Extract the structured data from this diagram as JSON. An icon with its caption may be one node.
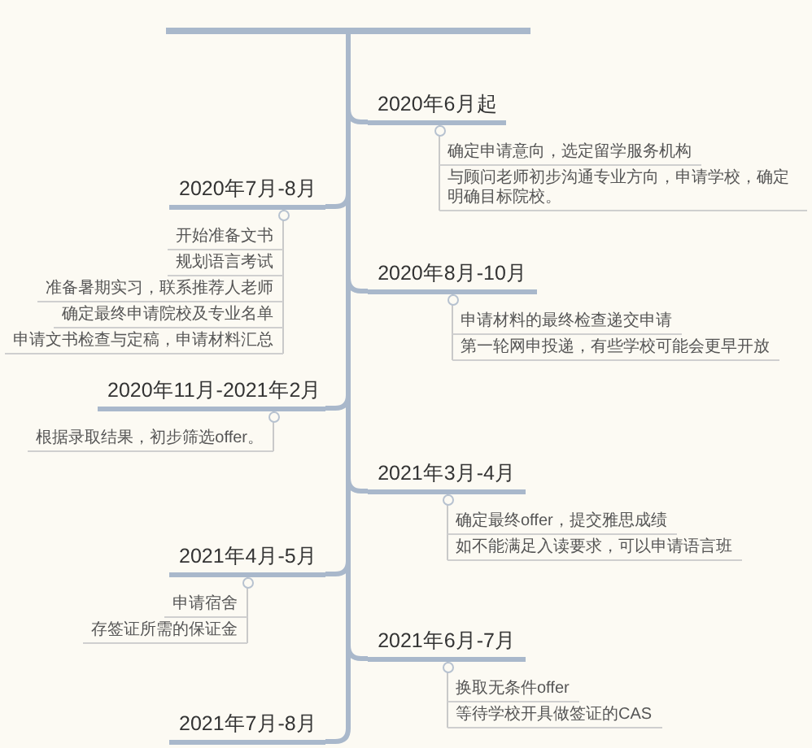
{
  "diagram": {
    "nodes": [
      {
        "text": [],
        "shape": "bar"
      },
      {
        "text": [
          "2020年6月起"
        ]
      },
      {
        "text": [
          "确定申请意向，选定留学服务机构"
        ]
      },
      {
        "text": [
          "与顾问老师初步沟通专业方向，申请学校，确定明确目标院校。"
        ]
      },
      {
        "text": [
          "2020年7月-8月"
        ]
      },
      {
        "text": [
          "开始准备文书"
        ]
      },
      {
        "text": [
          "规划语言考试"
        ]
      },
      {
        "text": [
          "准备暑期实习，联系推荐人老师"
        ]
      },
      {
        "text": [
          "确定最终申请院校及专业名单"
        ]
      },
      {
        "text": [
          "申请文书检查与定稿，申请材料汇总"
        ]
      },
      {
        "text": [
          "2020年8月-10月"
        ]
      },
      {
        "text": [
          "申请材料的最终检查递交申请"
        ]
      },
      {
        "text": [
          "第一轮网申投递，有些学校可能会更早开放"
        ]
      },
      {
        "text": [
          "2020年11月-2021年2月"
        ]
      },
      {
        "text": [
          "根据录取结果，初步筛选offer。"
        ]
      },
      {
        "text": [
          "2021年3月-4月"
        ]
      },
      {
        "text": [
          "确定最终offer，提交雅思成绩"
        ]
      },
      {
        "text": [
          "如不能满足入读要求，可以申请语言班"
        ]
      },
      {
        "text": [
          "2021年4月-5月"
        ]
      },
      {
        "text": [
          "申请宿舍"
        ]
      },
      {
        "text": [
          "存签证所需的保证金"
        ]
      },
      {
        "text": [
          "2021年6月-7月"
        ]
      },
      {
        "text": [
          "换取无条件offer"
        ]
      },
      {
        "text": [
          "等待学校开具做签证的CAS"
        ]
      },
      {
        "text": [
          "2021年7月-8月"
        ]
      }
    ],
    "edges": [
      {
        "from": 0,
        "to": 1,
        "arrow": "none",
        "style": "thick",
        "color": "#a9b8cb"
      },
      {
        "from": 0,
        "to": 4,
        "arrow": "none",
        "style": "thick",
        "color": "#a9b8cb"
      },
      {
        "from": 0,
        "to": 10,
        "arrow": "none",
        "style": "thick",
        "color": "#a9b8cb"
      },
      {
        "from": 0,
        "to": 13,
        "arrow": "none",
        "style": "thick",
        "color": "#a9b8cb"
      },
      {
        "from": 0,
        "to": 15,
        "arrow": "none",
        "style": "thick",
        "color": "#a9b8cb"
      },
      {
        "from": 0,
        "to": 18,
        "arrow": "none",
        "style": "thick",
        "color": "#a9b8cb"
      },
      {
        "from": 0,
        "to": 21,
        "arrow": "none",
        "style": "thick",
        "color": "#a9b8cb"
      },
      {
        "from": 0,
        "to": 24,
        "arrow": "none",
        "style": "thick",
        "color": "#a9b8cb"
      },
      {
        "from": 1,
        "to": 2,
        "arrow": "none"
      },
      {
        "from": 1,
        "to": 3,
        "arrow": "none"
      },
      {
        "from": 4,
        "to": 5,
        "arrow": "none"
      },
      {
        "from": 4,
        "to": 6,
        "arrow": "none"
      },
      {
        "from": 4,
        "to": 7,
        "arrow": "none"
      },
      {
        "from": 4,
        "to": 8,
        "arrow": "none"
      },
      {
        "from": 4,
        "to": 9,
        "arrow": "none"
      },
      {
        "from": 10,
        "to": 11,
        "arrow": "none"
      },
      {
        "from": 10,
        "to": 12,
        "arrow": "none"
      },
      {
        "from": 13,
        "to": 14,
        "arrow": "none"
      },
      {
        "from": 15,
        "to": 16,
        "arrow": "none"
      },
      {
        "from": 15,
        "to": 17,
        "arrow": "none"
      },
      {
        "from": 18,
        "to": 19,
        "arrow": "none"
      },
      {
        "from": 18,
        "to": 20,
        "arrow": "none"
      },
      {
        "from": 21,
        "to": 22,
        "arrow": "none"
      },
      {
        "from": 21,
        "to": 23,
        "arrow": "none"
      }
    ]
  }
}
